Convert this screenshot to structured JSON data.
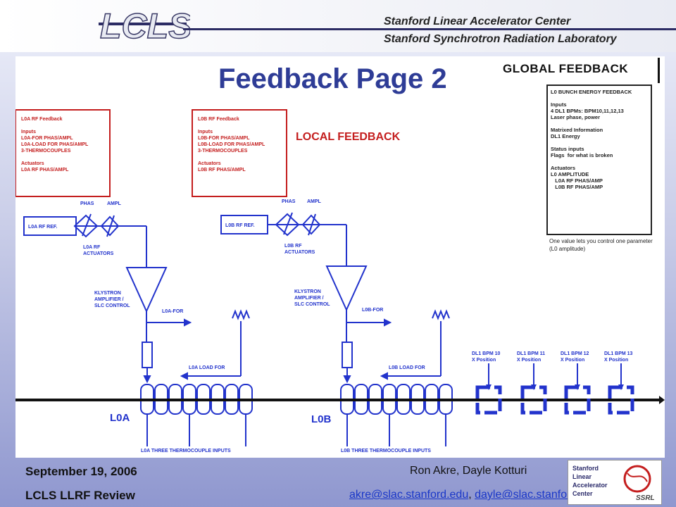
{
  "header": {
    "logo_text": "LCLS",
    "org_line_1": "Stanford Linear Accelerator Center",
    "org_line_2": "Stanford Synchrotron Radiation Laboratory"
  },
  "slide": {
    "title": "Feedback Page 2",
    "global_label": "GLOBAL FEEDBACK",
    "local_label": "LOCAL FEEDBACK"
  },
  "l0a_box": {
    "lines": [
      "L0A RF Feedback",
      "",
      "Inputs",
      "L0A-FOR PHAS/AMPL",
      "L0A-LOAD FOR PHAS/AMPL",
      "3-THERMOCOUPLES",
      "",
      "Actuators",
      "L0A RF PHAS/AMPL"
    ]
  },
  "l0b_box": {
    "lines": [
      "L0B RF Feedback",
      "",
      "Inputs",
      "L0B-FOR PHAS/AMPL",
      "L0B-LOAD FOR PHAS/AMPL",
      "3-THERMOCOUPLES",
      "",
      "Actuators",
      "L0B RF PHAS/AMPL"
    ]
  },
  "l0a_labels": {
    "ref": "L0A RF REF.",
    "phas": "PHAS",
    "ampl": "AMPL",
    "actuators_1": "L0A RF",
    "actuators_2": "ACTUATORS",
    "klystron_1": "KLYSTRON",
    "klystron_2": "AMPLIFIER /",
    "klystron_3": "SLC CONTROL",
    "for": "L0A-FOR",
    "load": "L0A LOAD FOR",
    "section": "L0A",
    "thermo": "L0A THREE THERMOCOUPLE INPUTS"
  },
  "l0b_labels": {
    "ref": "L0B RF REF.",
    "phas": "PHAS",
    "ampl": "AMPL",
    "actuators_1": "L0B RF",
    "actuators_2": "ACTUATORS",
    "klystron_1": "KLYSTRON",
    "klystron_2": "AMPLIFIER /",
    "klystron_3": "SLC CONTROL",
    "for": "L0B-FOR",
    "load": "L0B LOAD FOR",
    "section": "L0B",
    "thermo": "L0B THREE THERMOCOUPLE INPUTS"
  },
  "bpms": [
    {
      "name": "DL1 BPM 10",
      "sub": "X Position"
    },
    {
      "name": "DL1 BPM 11",
      "sub": "X Position"
    },
    {
      "name": "DL1 BPM 12",
      "sub": "X Position"
    },
    {
      "name": "DL1 BPM 13",
      "sub": "X Position"
    }
  ],
  "global_panel": {
    "lines": [
      "L0 BUNCH ENERGY FEEDBACK",
      "",
      "Inputs",
      "4 DL1 BPMs: BPM10,11,12,13",
      "Laser phase, power",
      "",
      "Matrixed Information",
      "DL1 Energy",
      "",
      "Status inputs",
      "Flags  for what is broken",
      "",
      "Actuators",
      "L0 AMPLITUDE",
      "   L0A RF PHAS/AMP",
      "   L0B RF PHAS/AMP"
    ],
    "note": "One value lets you control one parameter (L0 amplitude)"
  },
  "footer": {
    "date": "September 19, 2006",
    "review": "LCLS LLRF Review",
    "authors": "Ron Akre, Dayle Kotturi",
    "email_1": "akre@slac.stanford.edu",
    "separator": ", ",
    "email_2": "dayle@slac.stanford.edu",
    "logo_1": "Stanford",
    "logo_2": "Linear",
    "logo_3": "Accelerator",
    "logo_4": "Center",
    "logo_5": "SSRL"
  },
  "colors": {
    "title": "#2e3c96",
    "diagram_blue": "#2233cc",
    "feedback_red": "#c41e1e"
  }
}
